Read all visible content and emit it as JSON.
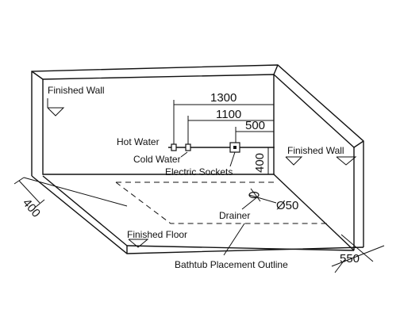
{
  "labels": {
    "finished_wall_left": "Finished Wall",
    "finished_wall_right": "Finished Wall",
    "finished_floor": "Finished Floor",
    "hot_water": "Hot Water",
    "cold_water": "Cold Water",
    "electric_sockets": "Electric Sockets",
    "drainer": "Drainer",
    "bathtub_outline": "Bathtub Placement Outline"
  },
  "dimensions": {
    "d1300": "1300",
    "d1100": "1100",
    "d500": "500",
    "d400_height": "400",
    "d400_side": "400",
    "d550": "550",
    "drain_diameter": "Ø50"
  }
}
